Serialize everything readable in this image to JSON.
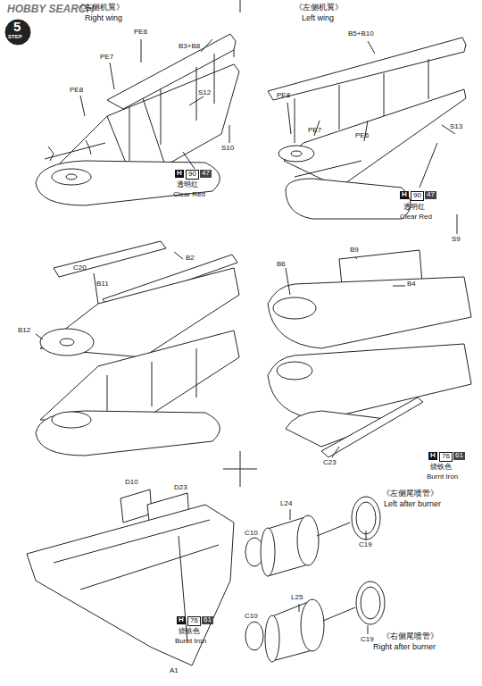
{
  "diagram": {
    "labels": [
      "HOBBY SEARCH",
      "STEP",
      "5",
      "《右侧机翼》",
      "Right wing",
      "PE6",
      "B3+B8",
      "PE7",
      "PE8",
      "S12",
      "S10",
      "H",
      "90",
      "47",
      "透明红",
      "Clear Red",
      "《左侧机翼》",
      "Left wing",
      "B5+B10",
      "PE8",
      "PE7",
      "PE6",
      "S13",
      "H",
      "90",
      "47",
      "透明红",
      "Clear Red",
      "S9",
      "C20",
      "B2",
      "B11",
      "B12",
      "B6",
      "B9",
      "B4",
      "C23",
      "D10",
      "D23",
      "A1",
      "H",
      "76",
      "61",
      "烧铁色",
      "Burnt Iron",
      "《左侧尾喷管》",
      "Left after burner",
      "L24",
      "C10",
      "C19",
      "L25",
      "C10",
      "H",
      "76",
      "61",
      "烧铁色",
      "Burnt Iron",
      "《右侧尾喷管》",
      "Right after burner",
      "C19"
    ]
  }
}
